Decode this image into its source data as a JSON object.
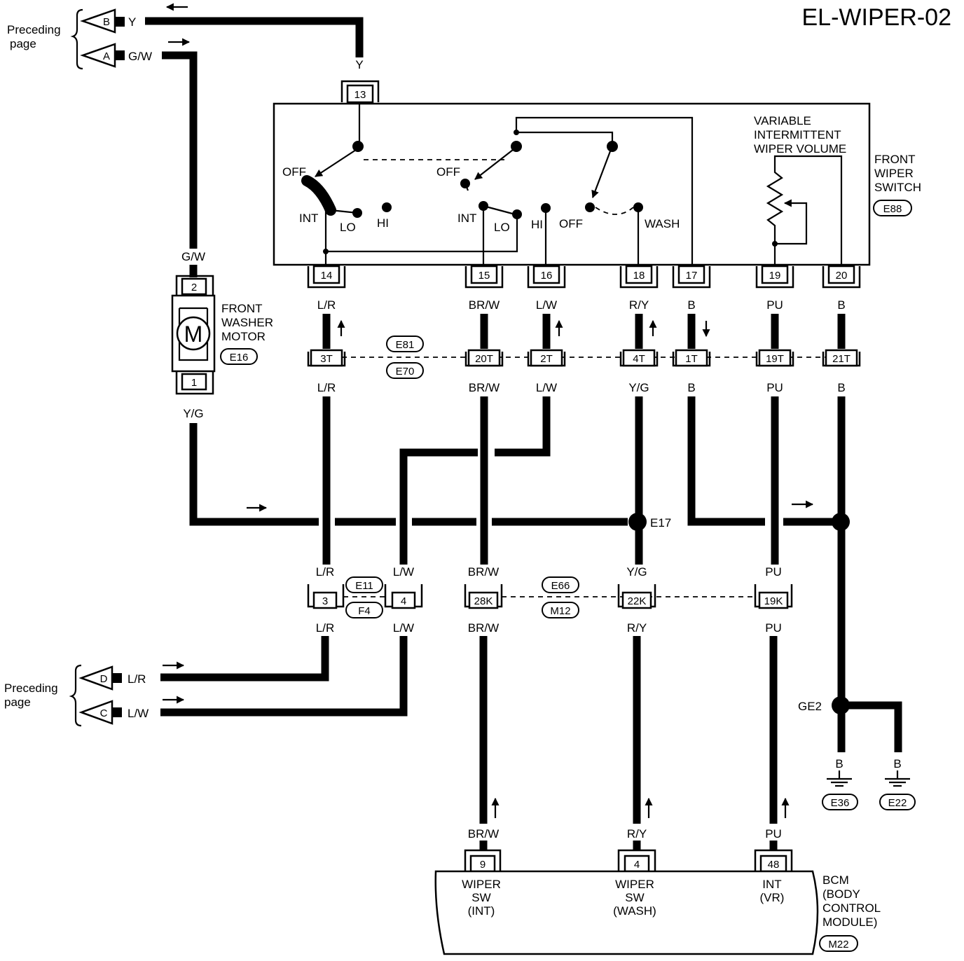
{
  "title": "EL-WIPER-02",
  "preceding_page": "Preceding page",
  "offpage": [
    {
      "letter": "B",
      "color": "Y"
    },
    {
      "letter": "A",
      "color": "G/W"
    },
    {
      "letter": "D",
      "color": "L/R"
    },
    {
      "letter": "C",
      "color": "L/W"
    }
  ],
  "wiper_switch": {
    "name": "FRONT WIPER SWITCH",
    "connector": "E88",
    "top_pin": {
      "number": "13",
      "color": "Y"
    },
    "positions": {
      "off": "OFF",
      "int": "INT",
      "lo": "LO",
      "hi": "HI",
      "wash": "WASH"
    },
    "variable_label": [
      "VARIABLE",
      "INTERMITTENT",
      "WIPER VOLUME"
    ],
    "pins": [
      {
        "number": "14",
        "color": "L/R"
      },
      {
        "number": "15",
        "color": "BR/W"
      },
      {
        "number": "16",
        "color": "L/W"
      },
      {
        "number": "18",
        "color": "R/Y"
      },
      {
        "number": "17",
        "color": "B"
      },
      {
        "number": "19",
        "color": "PU"
      },
      {
        "number": "20",
        "color": "B"
      }
    ]
  },
  "washer_motor": {
    "name": [
      "FRONT",
      "WASHER",
      "MOTOR"
    ],
    "connector": "E16",
    "symbol": "M",
    "pin_top": {
      "number": "2",
      "color": "G/W"
    },
    "pin_bottom": {
      "number": "1",
      "color": "Y/G"
    }
  },
  "joint_row1": {
    "connectors": [
      "E81",
      "E70"
    ],
    "terminals": [
      {
        "number": "3T",
        "color": "L/R"
      },
      {
        "number": "20T",
        "color": "BR/W"
      },
      {
        "number": "2T",
        "color": "L/W"
      },
      {
        "number": "4T",
        "color": "Y/G"
      },
      {
        "number": "1T",
        "color": "B"
      },
      {
        "number": "19T",
        "color": "PU"
      },
      {
        "number": "21T",
        "color": "B"
      }
    ]
  },
  "splice_e17": "E17",
  "joint_row2": {
    "left_connectors": [
      "E11",
      "F4"
    ],
    "right_connectors": [
      "E66",
      "M12"
    ],
    "terminals": [
      {
        "number": "3",
        "color_top": "L/R",
        "color_bottom": "L/R"
      },
      {
        "number": "4",
        "color_top": "L/W",
        "color_bottom": "L/W"
      },
      {
        "number": "28K",
        "color_top": "BR/W",
        "color_bottom": "BR/W"
      },
      {
        "number": "22K",
        "color_top": "Y/G",
        "color_bottom": "R/Y"
      },
      {
        "number": "19K",
        "color_top": "PU",
        "color_bottom": "PU"
      }
    ]
  },
  "ground": {
    "splice": "GE2",
    "color": "B",
    "points": [
      "E36",
      "E22"
    ]
  },
  "bcm": {
    "name": [
      "BCM",
      "(BODY",
      "CONTROL",
      "MODULE)"
    ],
    "connector": "M22",
    "pins": [
      {
        "number": "9",
        "color": "BR/W",
        "label": [
          "WIPER",
          "SW",
          "(INT)"
        ]
      },
      {
        "number": "4",
        "color": "R/Y",
        "label": [
          "WIPER",
          "SW",
          "(WASH)"
        ]
      },
      {
        "number": "48",
        "color": "PU",
        "label": [
          "INT",
          "(VR)"
        ]
      }
    ]
  }
}
